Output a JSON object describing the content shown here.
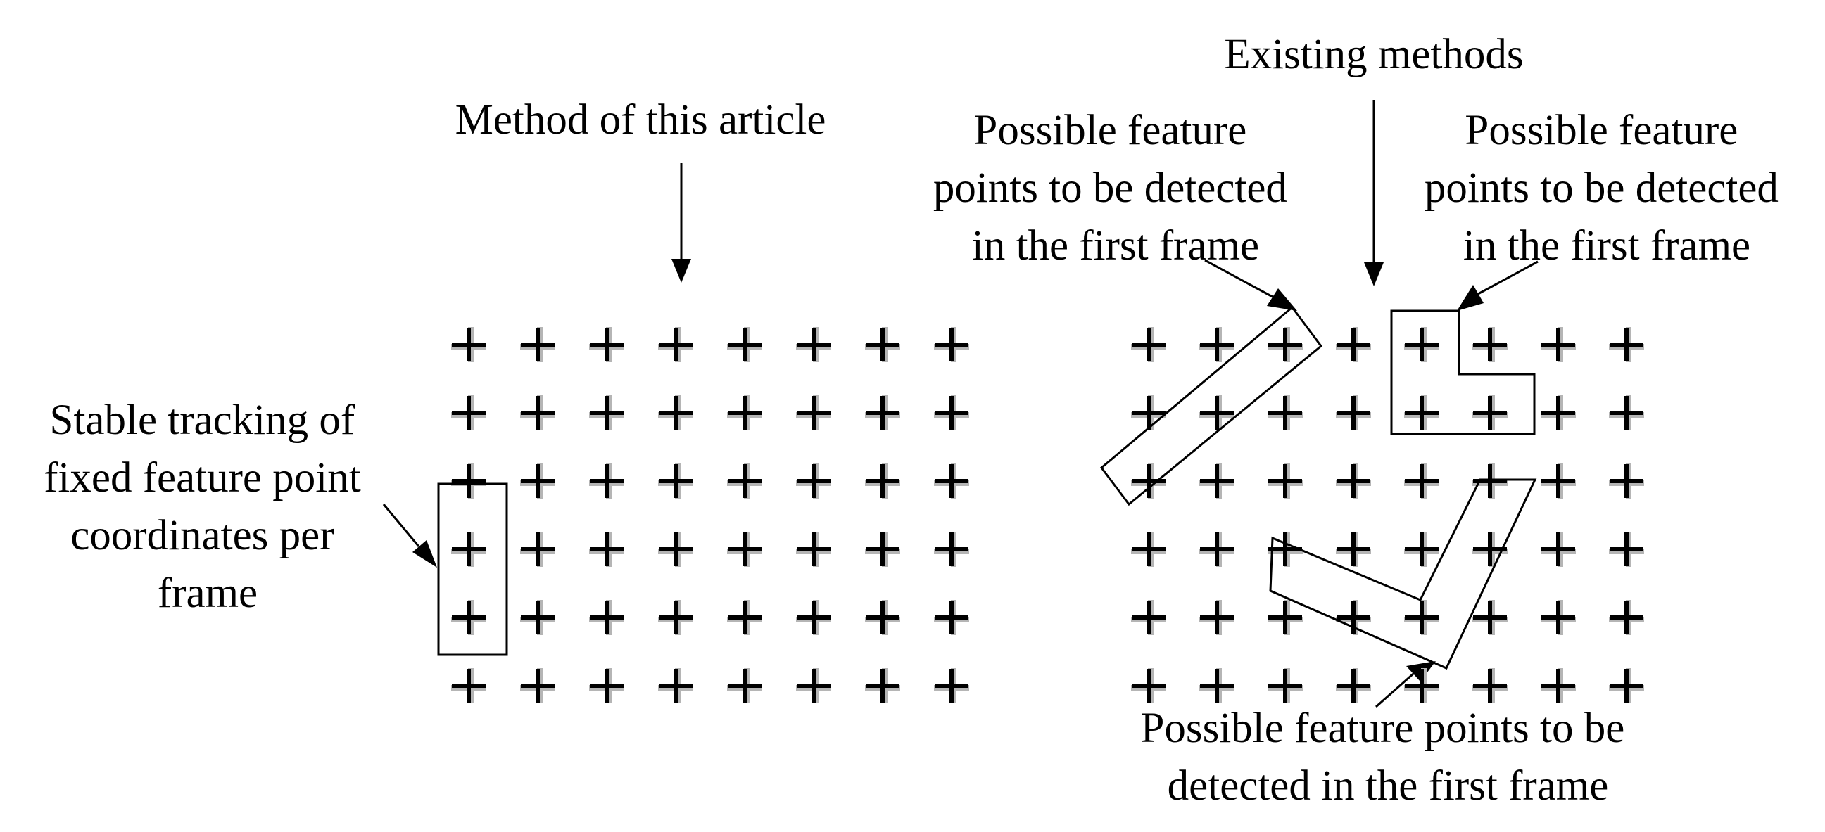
{
  "labels": {
    "method_of_this_article": "Method of this article",
    "existing_methods": "Existing methods",
    "stable_tracking": [
      "Stable tracking of",
      "fixed feature point",
      "coordinates per",
      "frame"
    ],
    "possible_left": [
      "Possible feature",
      "points to be detected",
      "in the first frame"
    ],
    "possible_right": [
      "Possible feature",
      "points to be detected",
      "in the first frame"
    ],
    "possible_bottom": [
      "Possible feature points to be",
      "detected in the first frame"
    ]
  },
  "grids": {
    "left": {
      "rows": 6,
      "cols": 8
    },
    "right": {
      "rows": 6,
      "cols": 8
    }
  },
  "colors": {
    "ink": "#000000",
    "marker_shadow": "#b5b5b5",
    "background": "#ffffff"
  }
}
